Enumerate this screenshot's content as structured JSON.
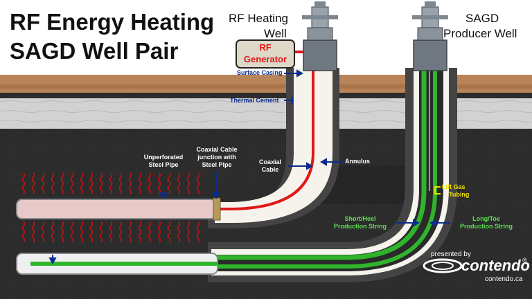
{
  "title": {
    "line1": "RF Energy Heating",
    "line2": "SAGD Well Pair"
  },
  "wells": {
    "rf_heating": {
      "line1": "RF Heating",
      "line2": "Well"
    },
    "producer": {
      "line1": "SAGD",
      "line2": "Producer Well"
    }
  },
  "generator": {
    "line1": "RF",
    "line2": "Generator"
  },
  "labels": {
    "surface_casing": "Surface Casing",
    "thermal_cement": "Thermal Cement",
    "unperforated_1": "Unperforated",
    "unperforated_2": "Steel Pipe",
    "coax_junction_1": "Coaxial Cable",
    "coax_junction_2": "junction with",
    "coax_junction_3": "Steel Pipe",
    "coaxial_1": "Coaxial",
    "coaxial_2": "Cable",
    "annulus": "Annulus",
    "lift_gas_1": "Lift Gas",
    "lift_gas_2": "Tubing",
    "short_heel_1": "Short/Heel",
    "short_heel_2": "Production String",
    "long_toe_1": "Long/Toe",
    "long_toe_2": "Production String"
  },
  "branding": {
    "presented_by": "presented by",
    "company": "contendo",
    "registered": "®",
    "website": "contendo.ca"
  },
  "colors": {
    "formation": "#2b2b2b",
    "sky": "#ffffff",
    "soil": "#b98458",
    "limestone": "#cfcfcf",
    "rf_cable": "#e01818",
    "production_string": "#2fb52c",
    "label_blue": "#0a2c8c",
    "lift_gas_yellow": "#f2e200"
  }
}
